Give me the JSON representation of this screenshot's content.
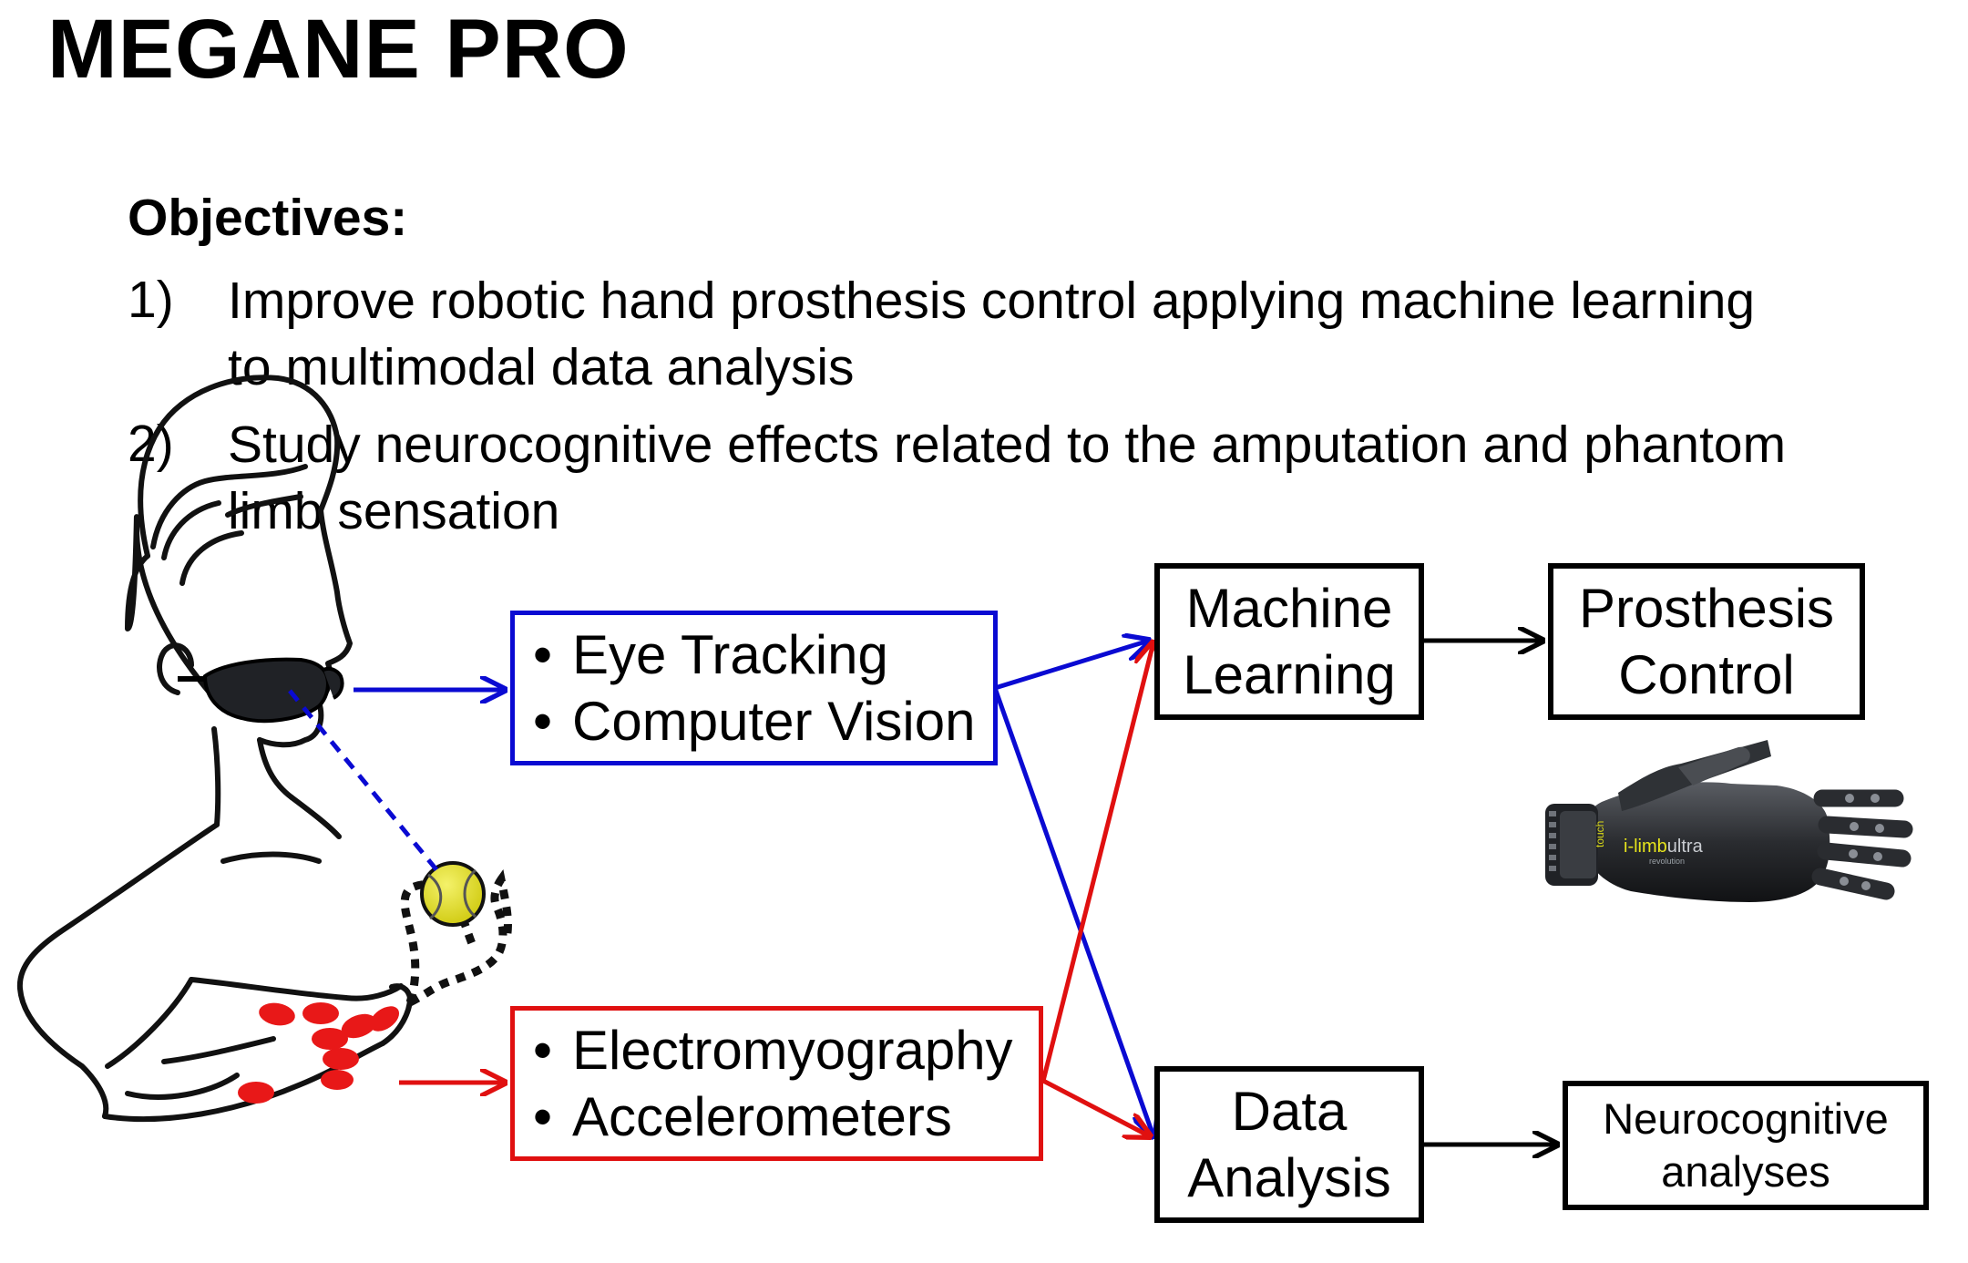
{
  "title": "MEGANE PRO",
  "objectives": {
    "heading": "Objectives:",
    "items": [
      {
        "number": "1)",
        "lines": [
          "Improve robotic hand prosthesis control applying machine learning",
          "to multimodal data analysis"
        ]
      },
      {
        "number": "2)",
        "lines": [
          "Study neurocognitive effects related to the amputation and phantom",
          "limb sensation"
        ]
      }
    ]
  },
  "diagram": {
    "input_box_1": {
      "items": [
        "Eye Tracking",
        "Computer Vision"
      ],
      "color": "#0a0ad2"
    },
    "input_box_2": {
      "items": [
        "Electromyography",
        "Accelerometers"
      ],
      "color": "#e01010"
    },
    "machine_learning": [
      "Machine",
      "Learning"
    ],
    "data_analysis": [
      "Data",
      "Analysis"
    ],
    "prosthesis_control": [
      "Prosthesis",
      "Control"
    ],
    "neurocognitive": [
      "Neurocognitive",
      "analyses"
    ],
    "prosthetic_hand": {
      "brand": "i-limb",
      "model": "ultra",
      "badge": "touch",
      "subtitle": "revolution"
    },
    "colors": {
      "arrow_blue": "#0a0ad2",
      "arrow_red": "#e01010",
      "arrow_black": "#000000",
      "ball": "#e3e01a",
      "sensor": "#e81818"
    },
    "icons": [
      "person-with-glasses-icon",
      "tennis-ball-icon",
      "emg-sensor-icon",
      "prosthetic-hand-image"
    ]
  }
}
